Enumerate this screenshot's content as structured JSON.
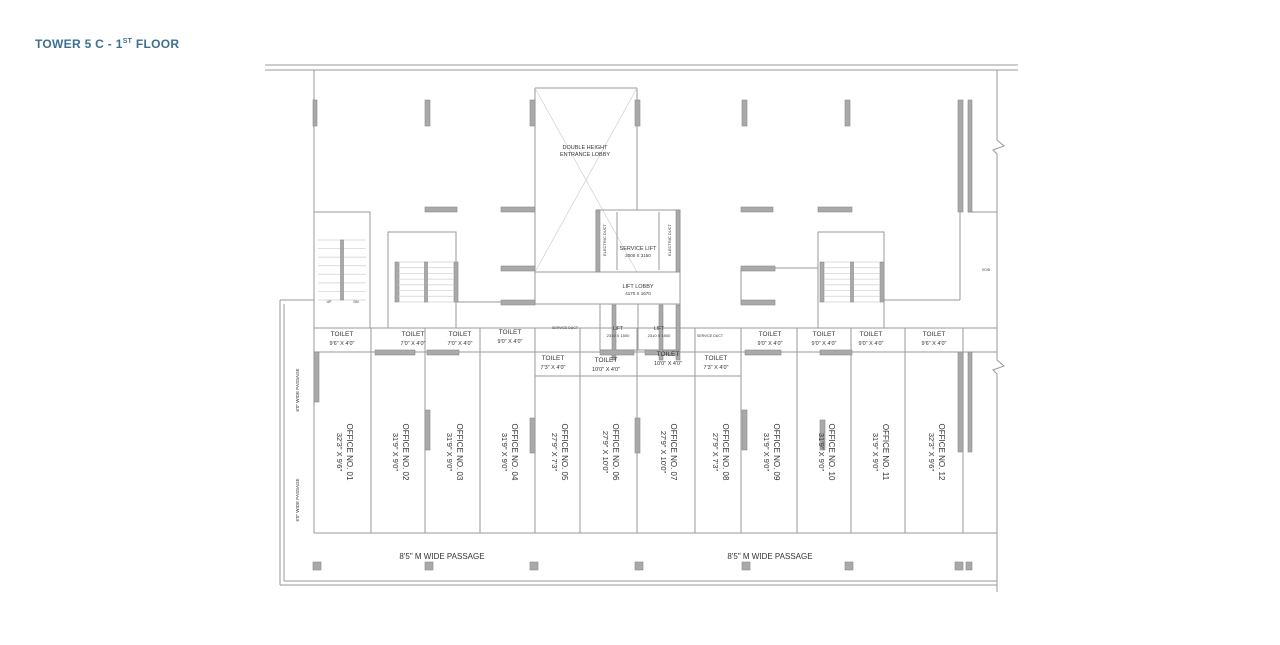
{
  "title": {
    "main": "TOWER 5 C - 1",
    "sup": "ST",
    "rest": " FLOOR"
  },
  "accent_color": "#3f6f8f",
  "lobby": {
    "line1": "DOUBLE HEIGHT",
    "line2": "ENTRANCE LOBBY"
  },
  "service_lift": {
    "name": "SERVICE LIFT",
    "size": "2000 X 3150"
  },
  "lift_lobby": {
    "name": "LIFT LOBBY",
    "size": "4170 X 1670"
  },
  "electric_duct": "ELECTRIC DUCT",
  "service_duct": "SERVICE DUCT",
  "lifts": [
    {
      "name": "LIFT",
      "size": "2310 X 1500"
    },
    {
      "name": "LIFT",
      "size": "2310 X 1500"
    }
  ],
  "stairs": {
    "up": "UP",
    "dn": "DN"
  },
  "void": "VOID",
  "toilets": [
    {
      "name": "TOILET",
      "size": "9'6\" X 4'0\""
    },
    {
      "name": "TOILET",
      "size": "7'0\" X 4'0\""
    },
    {
      "name": "TOILET",
      "size": "7'0\" X 4'0\""
    },
    {
      "name": "TOILET",
      "size": "9'0\" X 4'0\""
    },
    {
      "name": "TOILET",
      "size": "7'3\" X 4'0\""
    },
    {
      "name": "TOILET",
      "size": "10'0\" X 4'0\""
    },
    {
      "name": "TOILET",
      "size": "10'0\" X 4'0\""
    },
    {
      "name": "TOILET",
      "size": "7'3\" X 4'0\""
    },
    {
      "name": "TOILET",
      "size": "9'0\" X 4'0\""
    },
    {
      "name": "TOILET",
      "size": "9'0\" X 4'0\""
    },
    {
      "name": "TOILET",
      "size": "9'0\" X 4'0\""
    },
    {
      "name": "TOILET",
      "size": "9'6\" X 4'0\""
    }
  ],
  "offices": [
    {
      "name": "OFFICE NO. 01",
      "size": "32'3\" X 9'6\""
    },
    {
      "name": "OFFICE NO. 02",
      "size": "31'9\" X 9'0\""
    },
    {
      "name": "OFFICE NO. 03",
      "size": "31'9\" X 9'0\""
    },
    {
      "name": "OFFICE NO. 04",
      "size": "31'9\" X 9'0\""
    },
    {
      "name": "OFFICE NO. 05",
      "size": "27'9\" X 7'3\""
    },
    {
      "name": "OFFICE NO. 06",
      "size": "27'9\" X 10'0\""
    },
    {
      "name": "OFFICE NO. 07",
      "size": "27'9\" X 10'0\""
    },
    {
      "name": "OFFICE NO. 08",
      "size": "27'9\" X 7'3\""
    },
    {
      "name": "OFFICE NO. 09",
      "size": "31'9\" X 9'0\""
    },
    {
      "name": "OFFICE NO. 10",
      "size": "31'9\" X 9'0\""
    },
    {
      "name": "OFFICE NO. 11",
      "size": "31'9\" X 9'0\""
    },
    {
      "name": "OFFICE NO. 12",
      "size": "32'3\" X 9'6\""
    }
  ],
  "passages": {
    "wide": "8'5\" M WIDE PASSAGE",
    "side": "6'0\" WIDE PASSAGE"
  }
}
